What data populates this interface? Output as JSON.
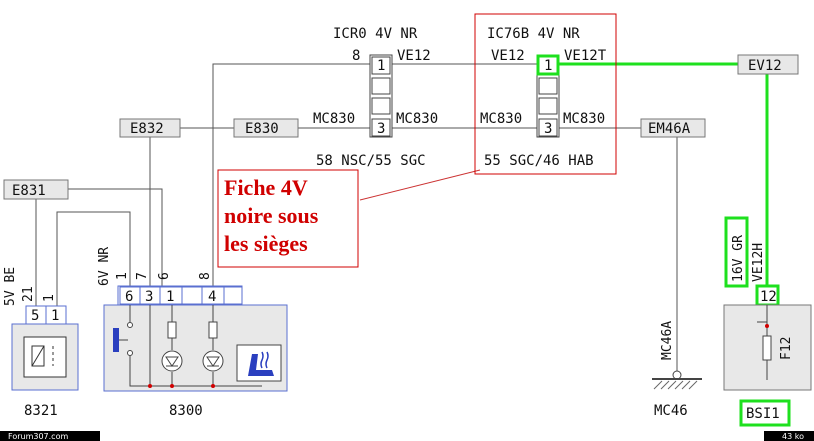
{
  "connectors": {
    "icr0": {
      "title": "ICR0 4V NR",
      "left_label": "8",
      "right_label": "VE12",
      "pin_top": "1",
      "pin_bottom": "3",
      "mc_left": "MC830",
      "mc_right": "MC830",
      "sub": "58 NSC/55 SGC"
    },
    "ic76b": {
      "title": "IC76B 4V NR",
      "left_label": "VE12",
      "right_label": "VE12T",
      "pin_top": "1",
      "pin_bottom": "3",
      "mc_left": "MC830",
      "mc_right": "MC830",
      "sub": "55 SGC/46 HAB"
    }
  },
  "boxes": {
    "ev12": "EV12",
    "e832": "E832",
    "e830": "E830",
    "em46a": "EM46A",
    "e831": "E831"
  },
  "annotation": {
    "line1": "Fiche 4V",
    "line2": "noire sous",
    "line3": "les sièges"
  },
  "comp8321": {
    "name": "8321",
    "conn_label": "5V BE",
    "wire_label": "21",
    "wire_label2": "1",
    "pins": [
      "5",
      "1"
    ]
  },
  "comp8300": {
    "name": "8300",
    "conn_label": "6V NR",
    "wire_labels": [
      "1",
      "7",
      "6",
      "8"
    ],
    "pins": [
      "6",
      "3",
      "1",
      "4"
    ]
  },
  "ground": {
    "wire": "MC46A",
    "name": "MC46"
  },
  "bsi": {
    "conn_label": "16V GR",
    "wire": "VE12H",
    "pin": "12",
    "fuse": "F12",
    "name": "BSI1"
  },
  "footer": {
    "left": "Forum307.com",
    "right": "43 ko"
  },
  "colors": {
    "highlight": "#1ee01e",
    "annotation": "#d00000",
    "component_fill": "#e8e8e8",
    "component_border": "#5a6fd0"
  }
}
